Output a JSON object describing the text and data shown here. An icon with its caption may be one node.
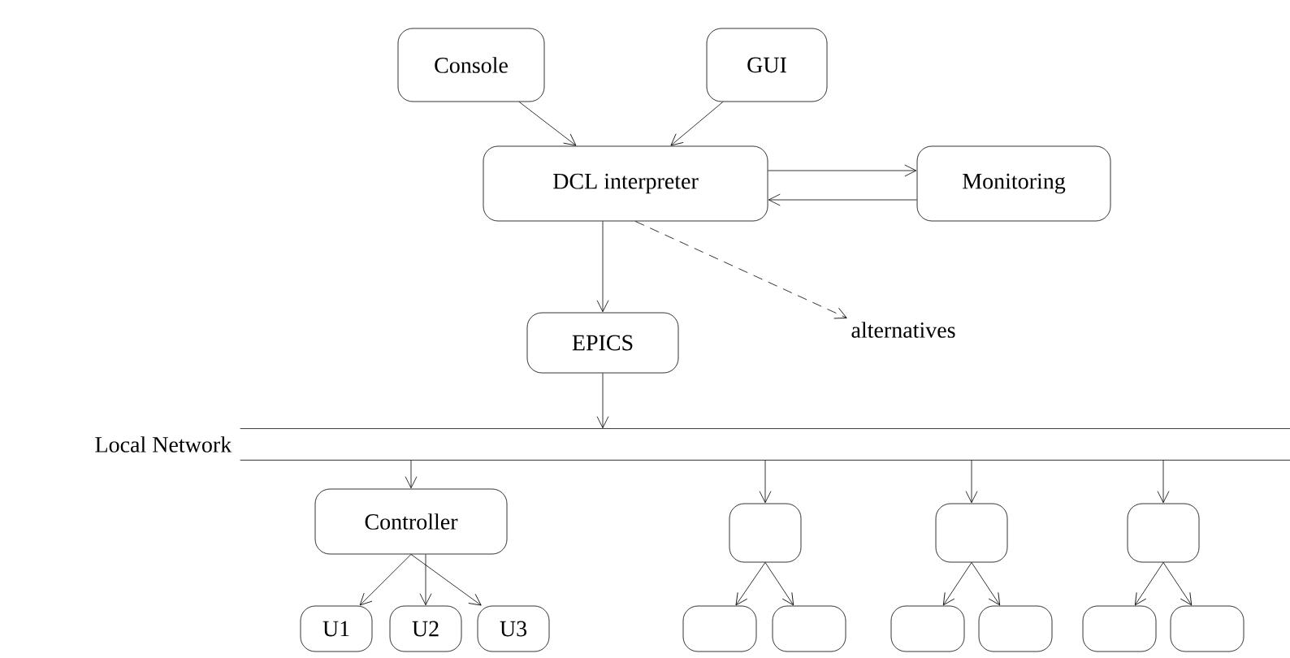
{
  "diagram": {
    "nodes": [
      {
        "text": [
          "Console"
        ]
      },
      {
        "text": [
          "GUI"
        ]
      },
      {
        "text": [
          "DCL interpreter"
        ]
      },
      {
        "text": [
          "Monitoring"
        ]
      },
      {
        "text": [
          "alternatives"
        ]
      },
      {
        "text": [
          "EPICS"
        ]
      },
      {
        "text": [],
        "shape": "bar",
        "beside": [
          "Local Network"
        ]
      },
      {
        "text": [
          "Controller"
        ]
      },
      {
        "text": [
          "U1"
        ]
      },
      {
        "text": [
          "U2"
        ]
      },
      {
        "text": [
          "U3"
        ]
      },
      {
        "text": [],
        "shape": "box"
      },
      {
        "text": [],
        "shape": "box"
      },
      {
        "text": [],
        "shape": "box"
      },
      {
        "text": [],
        "shape": "box"
      },
      {
        "text": [],
        "shape": "box"
      },
      {
        "text": [],
        "shape": "box"
      },
      {
        "text": [],
        "shape": "box"
      },
      {
        "text": [],
        "shape": "box"
      },
      {
        "text": [],
        "shape": "box"
      }
    ],
    "edges": [
      {
        "from": 0,
        "to": 2,
        "arrow": "to"
      },
      {
        "from": 1,
        "to": 2,
        "arrow": "to"
      },
      {
        "from": 2,
        "to": 3,
        "arrow": "to"
      },
      {
        "from": 3,
        "to": 2,
        "arrow": "to"
      },
      {
        "from": 2,
        "to": 5,
        "arrow": "to"
      },
      {
        "from": 2,
        "to": 4,
        "arrow": "to",
        "style": "dashed"
      },
      {
        "from": 5,
        "to": 6,
        "arrow": "to"
      },
      {
        "from": 6,
        "to": 7,
        "arrow": "to"
      },
      {
        "from": 7,
        "to": 8,
        "arrow": "to"
      },
      {
        "from": 7,
        "to": 9,
        "arrow": "to"
      },
      {
        "from": 7,
        "to": 10,
        "arrow": "to"
      },
      {
        "from": 6,
        "to": 11,
        "arrow": "to"
      },
      {
        "from": 11,
        "to": 12,
        "arrow": "to"
      },
      {
        "from": 11,
        "to": 13,
        "arrow": "to"
      },
      {
        "from": 6,
        "to": 14,
        "arrow": "to"
      },
      {
        "from": 14,
        "to": 15,
        "arrow": "to"
      },
      {
        "from": 14,
        "to": 16,
        "arrow": "to"
      },
      {
        "from": 6,
        "to": 17,
        "arrow": "to"
      },
      {
        "from": 17,
        "to": 18,
        "arrow": "to"
      },
      {
        "from": 17,
        "to": 19,
        "arrow": "to"
      }
    ]
  }
}
